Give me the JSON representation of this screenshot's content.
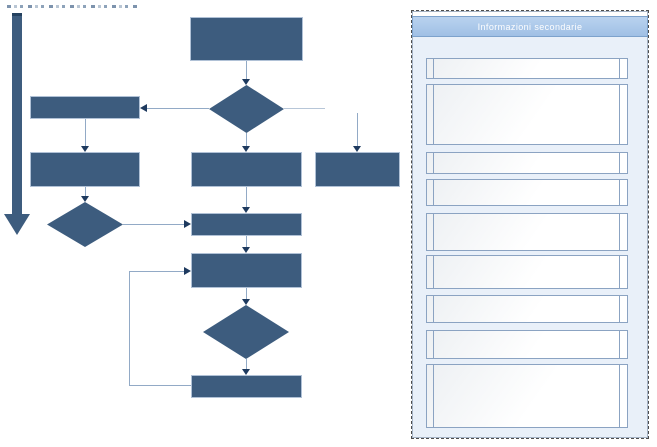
{
  "panel": {
    "title": "Informazioni secondarie",
    "row_count": 9,
    "rows_have_text": false
  },
  "flowchart": {
    "caption_text_legible": false,
    "nodes": [
      {
        "id": "big-down-arrow",
        "type": "arrow-down",
        "label": ""
      },
      {
        "id": "box-left-1",
        "type": "process",
        "label": ""
      },
      {
        "id": "box-left-2",
        "type": "process",
        "label": ""
      },
      {
        "id": "decision-left",
        "type": "decision",
        "label": ""
      },
      {
        "id": "start-box",
        "type": "process",
        "label": ""
      },
      {
        "id": "decision-mid-1",
        "type": "decision",
        "label": ""
      },
      {
        "id": "process-mid-1",
        "type": "process",
        "label": ""
      },
      {
        "id": "side-box",
        "type": "process",
        "label": ""
      },
      {
        "id": "bar-mid-1",
        "type": "process-thin",
        "label": ""
      },
      {
        "id": "process-mid-2",
        "type": "process",
        "label": ""
      },
      {
        "id": "decision-mid-2",
        "type": "decision",
        "label": ""
      },
      {
        "id": "bar-mid-2",
        "type": "process-thin",
        "label": ""
      }
    ],
    "edges": [
      {
        "from": "start-box",
        "to": "decision-mid-1"
      },
      {
        "from": "decision-mid-1",
        "to": "box-left-1",
        "direction": "left"
      },
      {
        "from": "decision-mid-1",
        "to": "side-box",
        "direction": "right"
      },
      {
        "from": "decision-mid-1",
        "to": "process-mid-1",
        "direction": "down"
      },
      {
        "from": "box-left-1",
        "to": "box-left-2"
      },
      {
        "from": "box-left-2",
        "to": "decision-left"
      },
      {
        "from": "decision-left",
        "to": "bar-mid-1",
        "direction": "right"
      },
      {
        "from": "process-mid-1",
        "to": "bar-mid-1"
      },
      {
        "from": "bar-mid-1",
        "to": "process-mid-2"
      },
      {
        "from": "process-mid-2",
        "to": "decision-mid-2"
      },
      {
        "from": "decision-mid-2",
        "to": "bar-mid-2"
      },
      {
        "from": "bar-mid-2",
        "to": "process-mid-2",
        "type": "loop-back"
      }
    ]
  },
  "colors": {
    "shape_fill": "#3d5c7e",
    "shape_border": "#b0c1d6",
    "connector": "#92aac6",
    "arrowhead": "#1e3a5f",
    "panel_header_fill": "#a9c7e9",
    "panel_header_border": "#7da2cc",
    "panel_body_fill": "#e9f0f9",
    "panel_row_border": "#8ba3c2",
    "selection_border": "#4d4d4d"
  }
}
